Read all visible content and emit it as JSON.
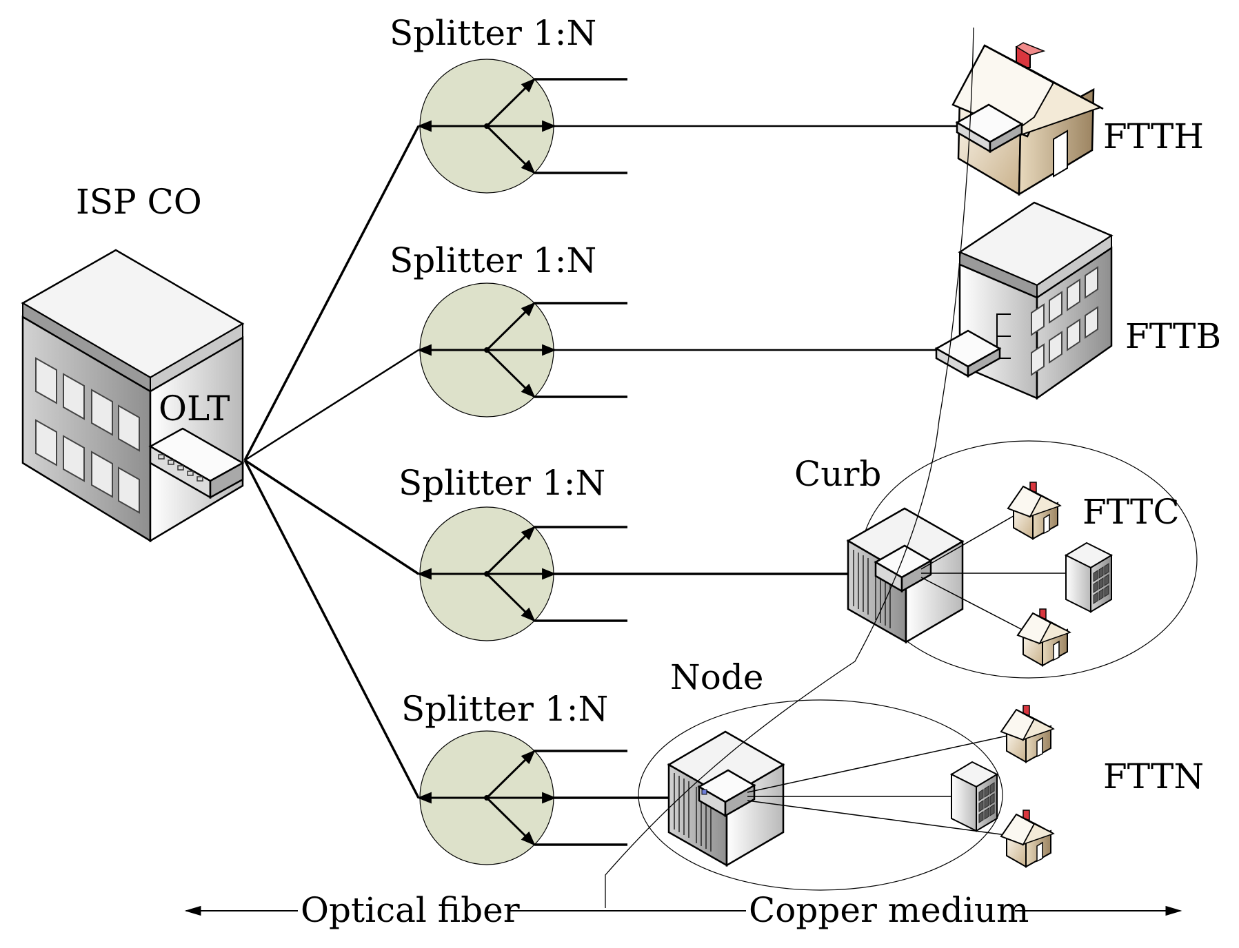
{
  "labels": {
    "isp_co": "ISP CO",
    "olt": "OLT",
    "splitter": "Splitter 1:N",
    "curb": "Curb",
    "node": "Node",
    "ftth": "FTTH",
    "fttb": "FTTB",
    "fttc": "FTTC",
    "fttn": "FTTN",
    "optical_fiber": "Optical fiber",
    "copper_medium": "Copper medium"
  },
  "colors": {
    "splitter_fill": "#dde1ca",
    "house_fill": "#e9d9bd",
    "chimney": "#d9363e",
    "building_fill": "#e3e3e3",
    "line": "#000000"
  }
}
